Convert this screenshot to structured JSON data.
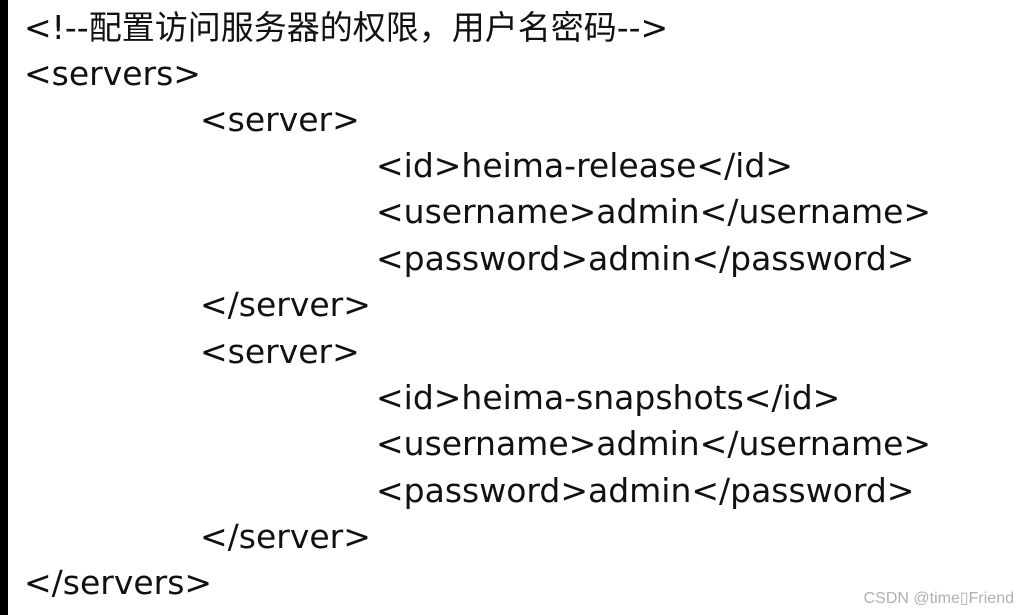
{
  "code_lines": [
    "<!--配置访问服务器的权限，用户名密码-->",
    "<servers>",
    "<server>",
    "<id>heima-release</id>",
    "<username>admin</username>",
    "<password>admin</password>",
    "</server>",
    "<server>",
    "<id>heima-snapshots</id>",
    "<username>admin</username>",
    "<password>admin</password>",
    "</server>",
    "</servers>"
  ],
  "watermark": "CSDN @time▯Friend",
  "colors": {
    "text": "#111111",
    "background": "#ffffff",
    "left_bar": "#000000",
    "watermark": "#b0b0b0"
  }
}
